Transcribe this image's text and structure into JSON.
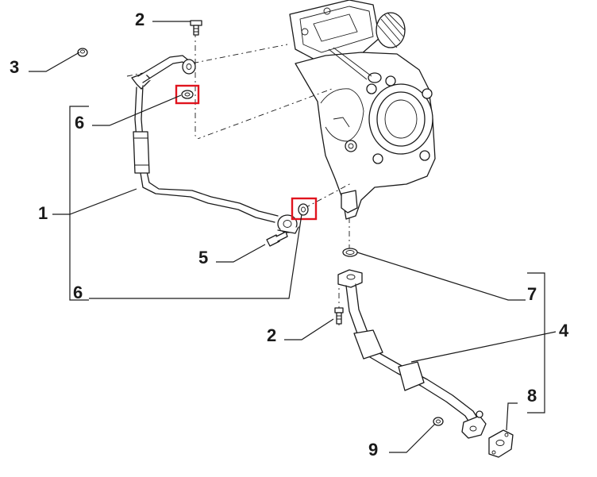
{
  "callouts": {
    "c1": "1",
    "c2_top": "2",
    "c2_bottom": "2",
    "c3": "3",
    "c4": "4",
    "c5": "5",
    "c6_top": "6",
    "c6_bottom": "6",
    "c7": "7",
    "c8": "8",
    "c9": "9"
  },
  "colors": {
    "line": "#1a1a1a",
    "highlight": "#e0141e"
  },
  "highlighted_parts": [
    "upper-seal-6",
    "lower-seal-6"
  ]
}
